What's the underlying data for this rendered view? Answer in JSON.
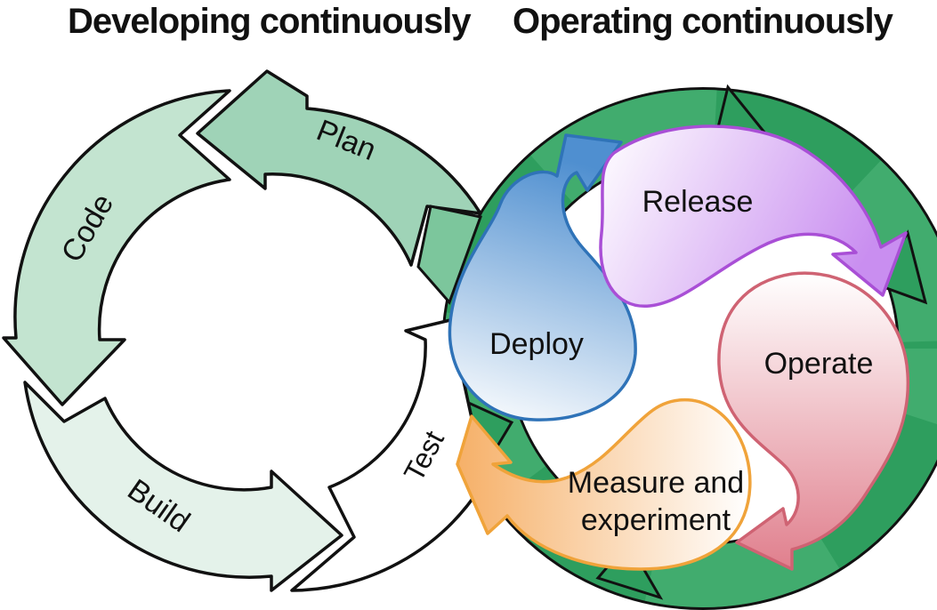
{
  "headings": {
    "developing": "Developing continuously",
    "operating": "Operating continuously"
  },
  "developing_cycle": {
    "stages": [
      {
        "label": "Plan",
        "color": "#9fd3b7"
      },
      {
        "label": "Code",
        "color": "#c3e4d0"
      },
      {
        "label": "Build",
        "color": "#e4f2ea"
      },
      {
        "label": "Test",
        "color": "#ffffff"
      }
    ]
  },
  "operating_cycle": {
    "ring_color": "#2e9e5e",
    "stages": [
      {
        "label": "Release",
        "stroke": "#a94fd6",
        "fill": "#ead6f8"
      },
      {
        "label": "Operate",
        "stroke": "#cf6373",
        "fill": "#f4c6cd"
      },
      {
        "label": "Measure and",
        "label2": "experiment",
        "stroke": "#f0a33a",
        "fill": "#fbd7a9"
      },
      {
        "label": "Deploy",
        "stroke": "#2f73b8",
        "fill": "#a9c9e8"
      }
    ]
  }
}
